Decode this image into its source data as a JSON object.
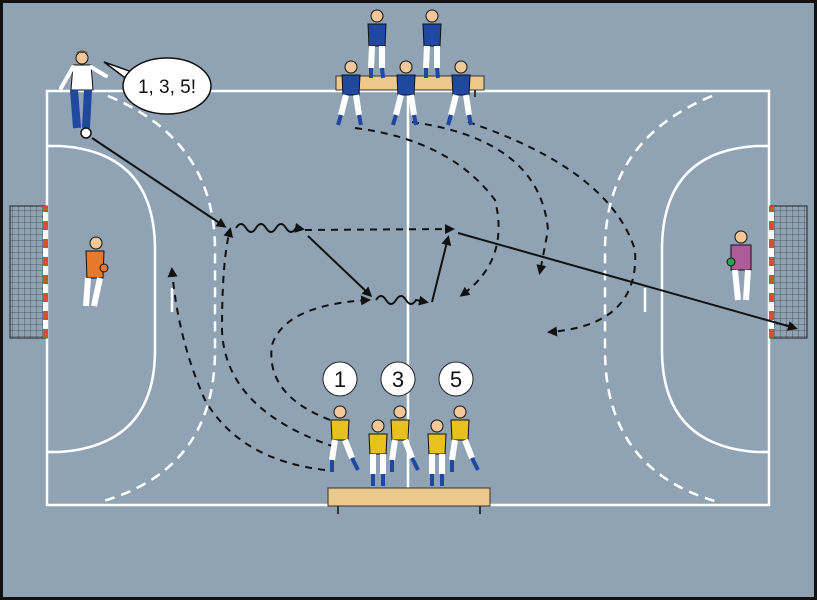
{
  "coach": {
    "speech": "1, 3, 5!"
  },
  "player_numbers": [
    {
      "label": "1"
    },
    {
      "label": "3"
    },
    {
      "label": "5"
    }
  ],
  "colors": {
    "court_floor": "#8fa3b4",
    "court_lines": "#ffffff",
    "team_blue_shirt": "#2148a0",
    "team_yellow_shirt": "#e8c21c",
    "goalkeeper_left_shirt": "#e8782a",
    "goalkeeper_right_shirt": "#b05a9a",
    "bench": "#ecc88c",
    "goal_post": "#d8502a"
  }
}
